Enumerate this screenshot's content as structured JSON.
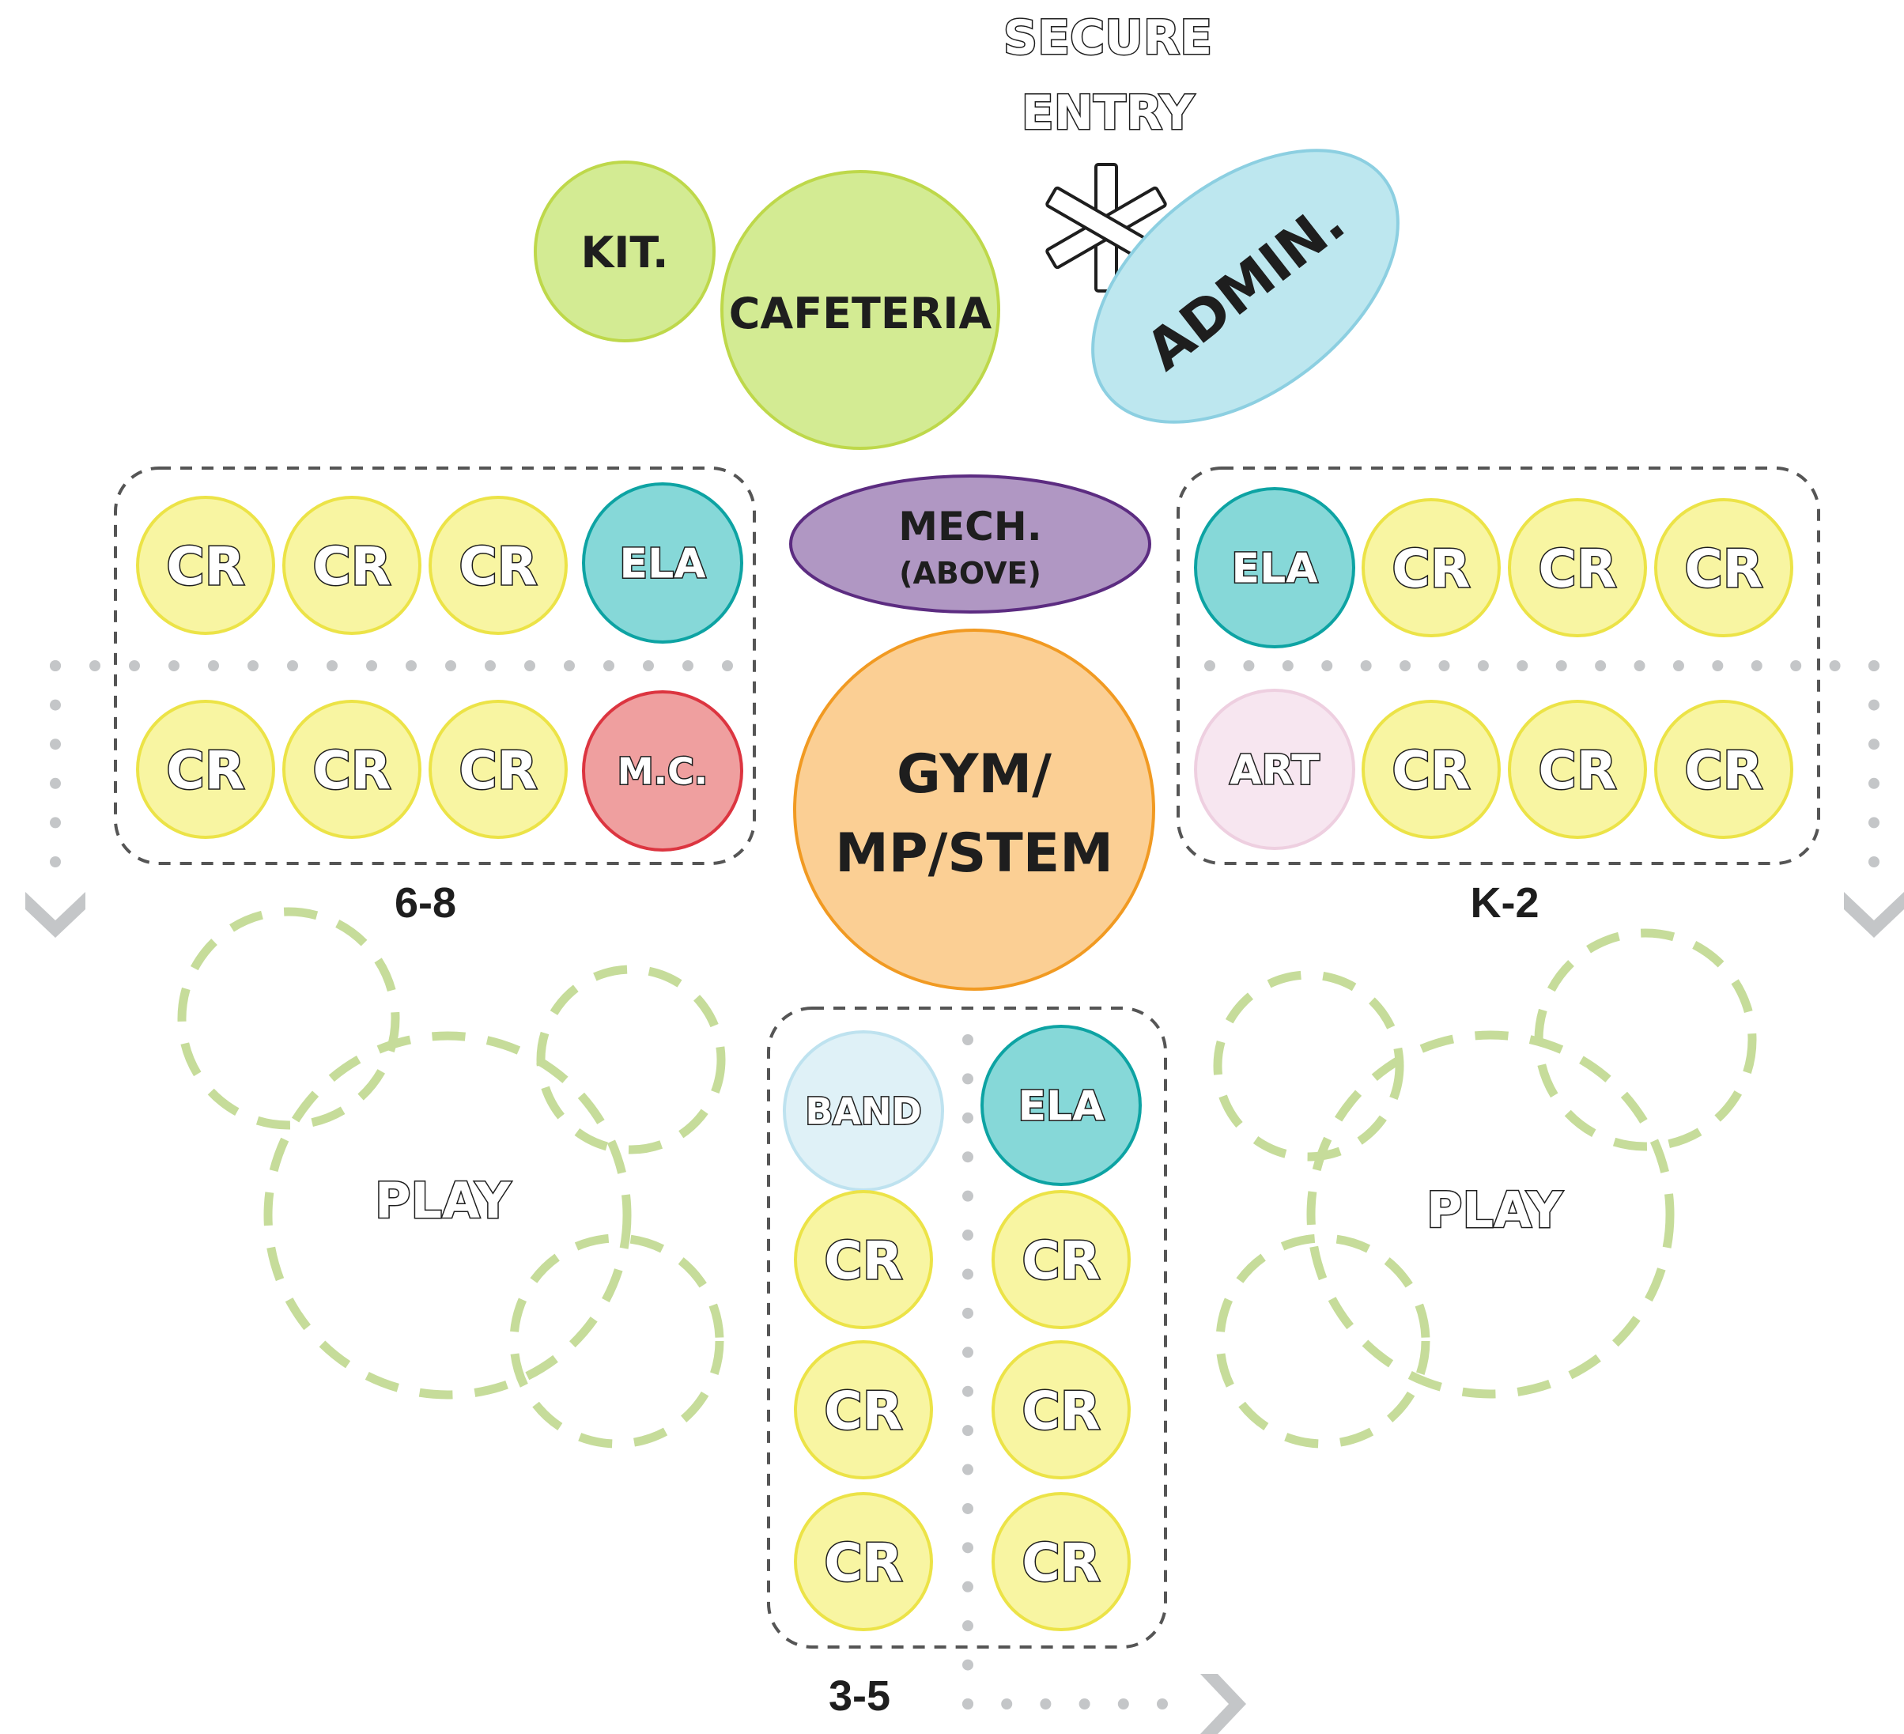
{
  "entry": {
    "line1": "SECURE",
    "line2": "ENTRY",
    "icon": "asterisk-icon"
  },
  "rooms": {
    "kitchen": "KIT.",
    "cafeteria": "CAFETERIA",
    "admin": "ADMIN.",
    "mech_line1": "MECH.",
    "mech_line2": "(ABOVE)",
    "gym_line1": "GYM/",
    "gym_line2": "MP/STEM"
  },
  "clusters": {
    "grades_6_8": {
      "label": "6-8",
      "row1": [
        "CR",
        "CR",
        "CR",
        "ELA"
      ],
      "row2": [
        "CR",
        "CR",
        "CR",
        "M.C."
      ]
    },
    "grades_k_2": {
      "label": "K-2",
      "row1": [
        "ELA",
        "CR",
        "CR",
        "CR"
      ],
      "row2": [
        "ART",
        "CR",
        "CR",
        "CR"
      ]
    },
    "grades_3_5": {
      "label": "3-5",
      "left": [
        "BAND",
        "CR",
        "CR",
        "CR"
      ],
      "right": [
        "ELA",
        "CR",
        "CR",
        "CR"
      ]
    }
  },
  "play": {
    "left": "PLAY",
    "right": "PLAY"
  },
  "colors": {
    "classroom": "#f8f5a2",
    "classroom_stroke": "#ece347",
    "ela": "#86d8d8",
    "ela_stroke": "#0da3a3",
    "media_center": "#ef9f9f",
    "media_center_stroke": "#dc3540",
    "art": "#f7e6f0",
    "art_stroke": "#eecfe0",
    "band": "#dff1f7",
    "band_stroke": "#bee2ef",
    "green": "#d3eb93",
    "green_stroke": "#bed84a",
    "admin": "#bde7ef",
    "admin_stroke": "#8ccfe1",
    "mech": "#b097c3",
    "mech_stroke": "#5c2c81",
    "gym": "#fbcf94",
    "gym_stroke": "#f19a22",
    "play_stroke": "#c6dc9a",
    "path": "#c4c6c8",
    "cluster_border": "#555555"
  }
}
